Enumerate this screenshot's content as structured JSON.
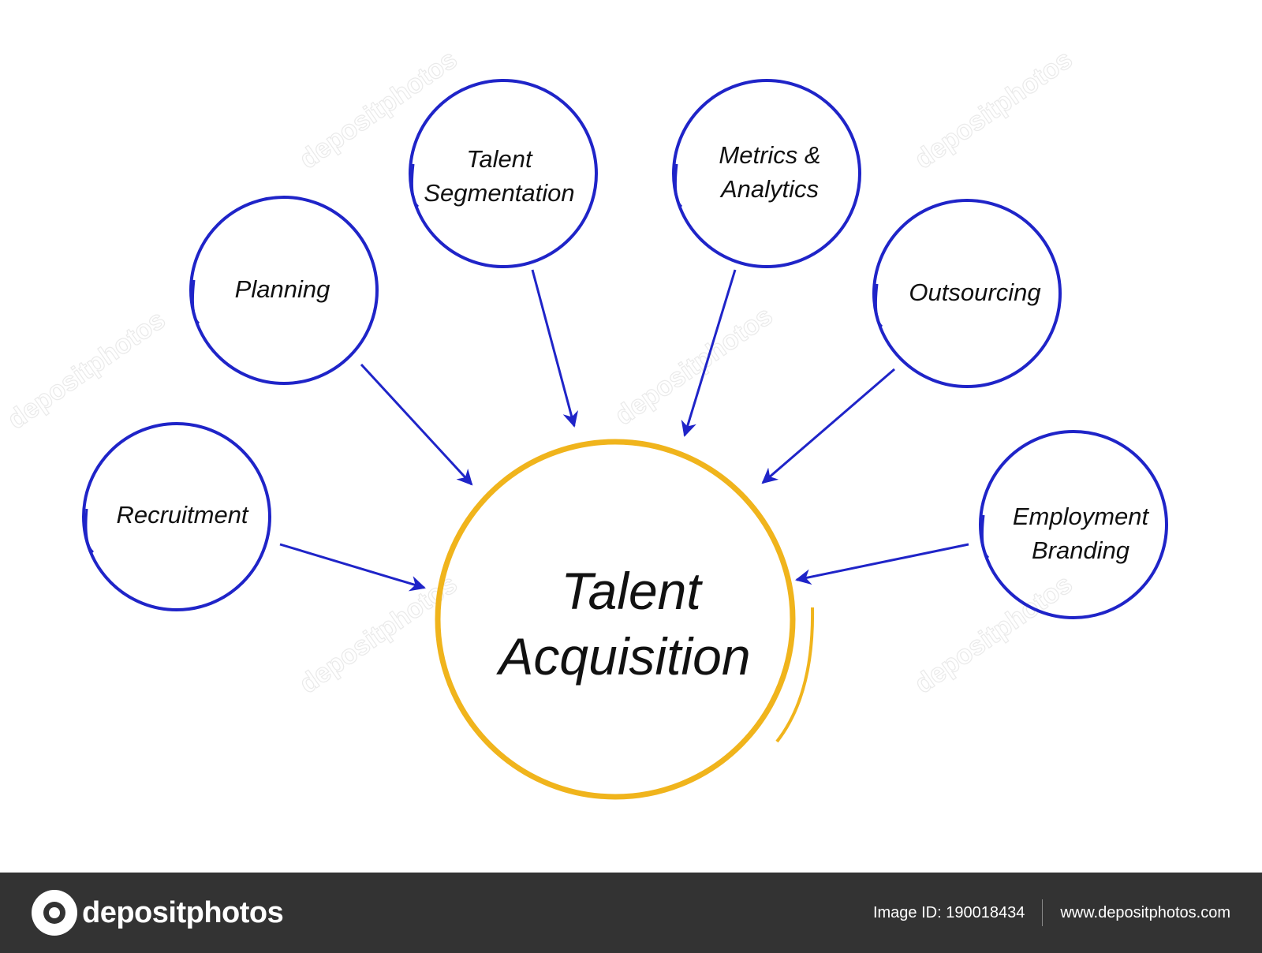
{
  "diagram": {
    "center": {
      "lines": [
        "Talent",
        "Acquisition"
      ]
    },
    "nodes": [
      {
        "id": "recruitment",
        "lines": [
          "Recruitment"
        ]
      },
      {
        "id": "planning",
        "lines": [
          "Planning"
        ]
      },
      {
        "id": "talent-segmentation",
        "lines": [
          "Talent",
          "Segmentation"
        ]
      },
      {
        "id": "metrics-analytics",
        "lines": [
          "Metrics &",
          "Analytics"
        ]
      },
      {
        "id": "outsourcing",
        "lines": [
          "Outsourcing"
        ]
      },
      {
        "id": "employment-branding",
        "lines": [
          "Employment",
          "Branding"
        ]
      }
    ],
    "colors": {
      "node_ring": "#1f24c8",
      "center_ring": "#f0b41c",
      "arrow": "#1f24c8"
    }
  },
  "watermark": "depositphotos",
  "footer": {
    "logo_text": "depositphotos",
    "image_id": "Image ID: 190018434",
    "site": "www.depositphotos.com"
  }
}
